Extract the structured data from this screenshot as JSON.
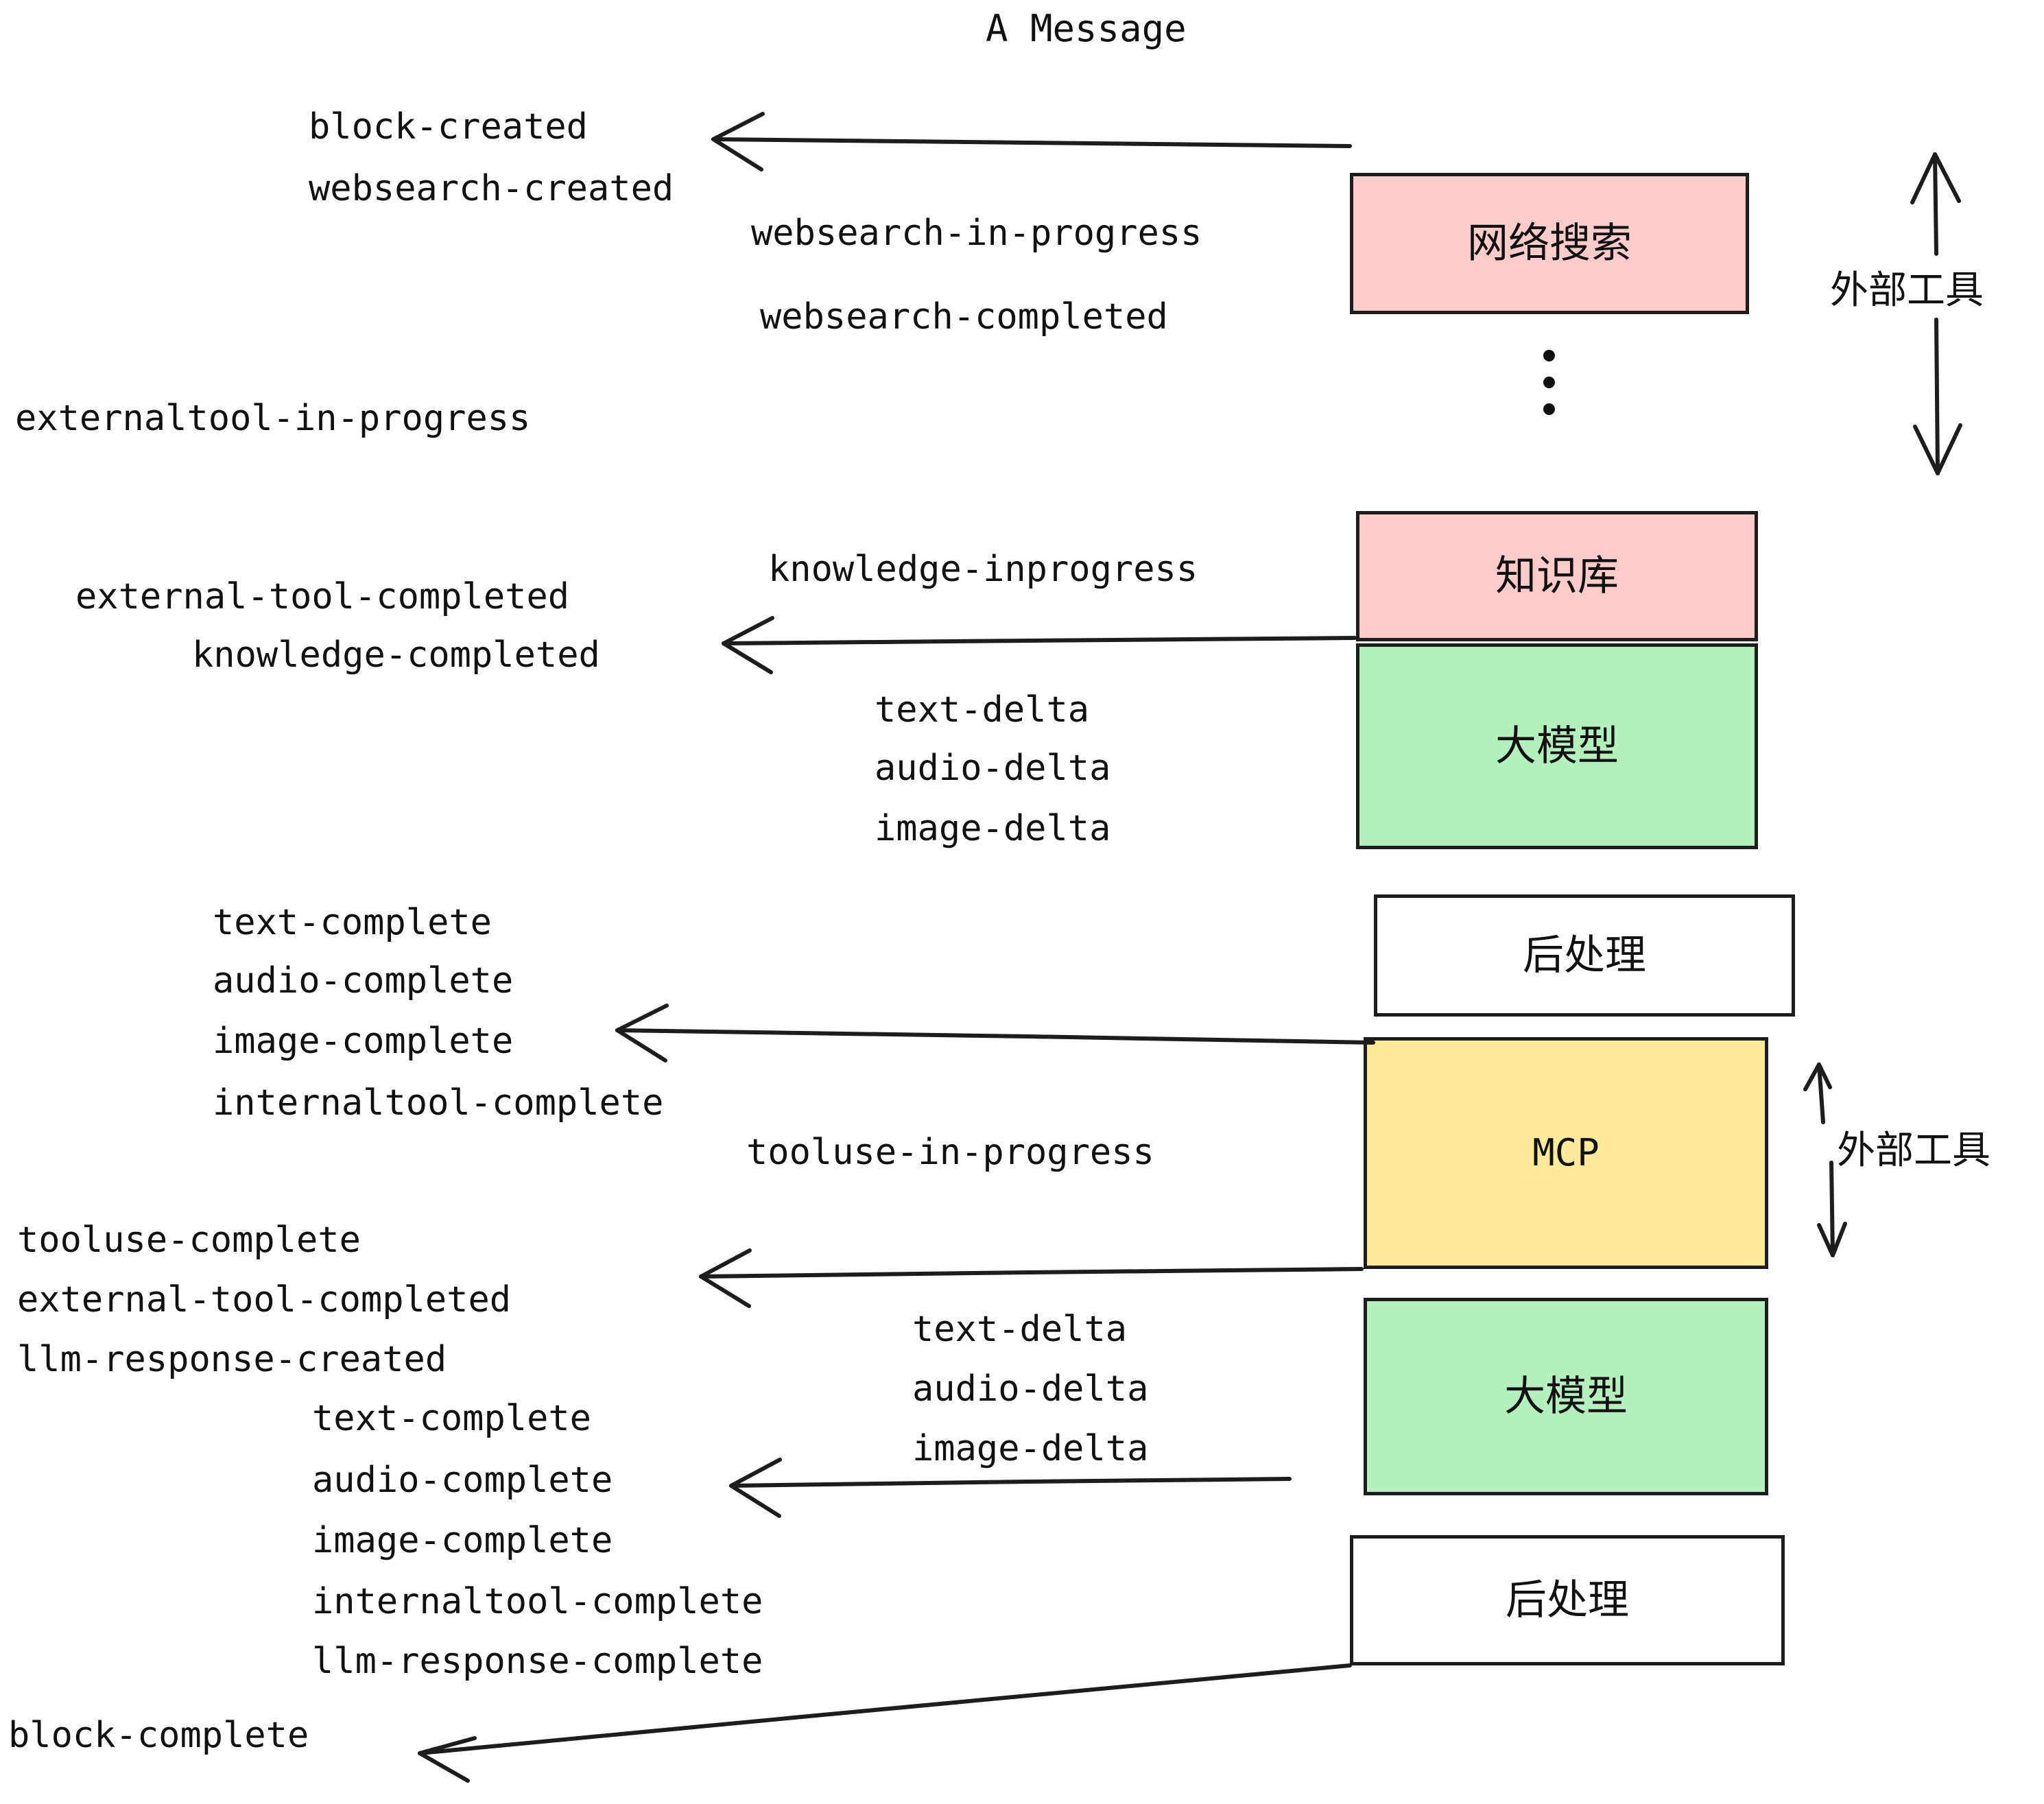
{
  "title": "A Message",
  "colors": {
    "pink": "#FCCCCB",
    "green": "#B3F0BE",
    "yellow": "#FDEB9A",
    "white": "#FFFFFF",
    "stroke": "#1d1d1d"
  },
  "boxes": [
    {
      "label": "网络搜索",
      "fill": "pink"
    },
    {
      "label": "知识库",
      "fill": "pink"
    },
    {
      "label": "大模型",
      "fill": "green"
    },
    {
      "label": "后处理",
      "fill": "white"
    },
    {
      "label": "MCP",
      "fill": "yellow"
    },
    {
      "label": "大模型",
      "fill": "green"
    },
    {
      "label": "后处理",
      "fill": "white"
    }
  ],
  "side_annotations": [
    {
      "label": "外部工具"
    },
    {
      "label": "外部工具"
    }
  ],
  "events": {
    "block_created": "block-created",
    "websearch_created": "websearch-created",
    "websearch_in_progress": "websearch-in-progress",
    "websearch_completed": "websearch-completed",
    "externaltool_in_progress": "externaltool-in-progress",
    "knowledge_inprogress": "knowledge-inprogress",
    "external_tool_completed_1": "external-tool-completed",
    "knowledge_completed": "knowledge-completed",
    "text_delta_1": "text-delta",
    "audio_delta_1": "audio-delta",
    "image_delta_1": "image-delta",
    "text_complete_1": "text-complete",
    "audio_complete_1": "audio-complete",
    "image_complete_1": "image-complete",
    "internaltool_complete_1": "internaltool-complete",
    "tooluse_in_progress": "tooluse-in-progress",
    "tooluse_complete": "tooluse-complete",
    "external_tool_completed_2": "external-tool-completed",
    "llm_response_created": "llm-response-created",
    "text_delta_2": "text-delta",
    "audio_delta_2": "audio-delta",
    "image_delta_2": "image-delta",
    "text_complete_2": "text-complete",
    "audio_complete_2": "audio-complete",
    "image_complete_2": "image-complete",
    "internaltool_complete_2": "internaltool-complete",
    "llm_response_complete": "llm-response-complete",
    "block_complete": "block-complete"
  }
}
